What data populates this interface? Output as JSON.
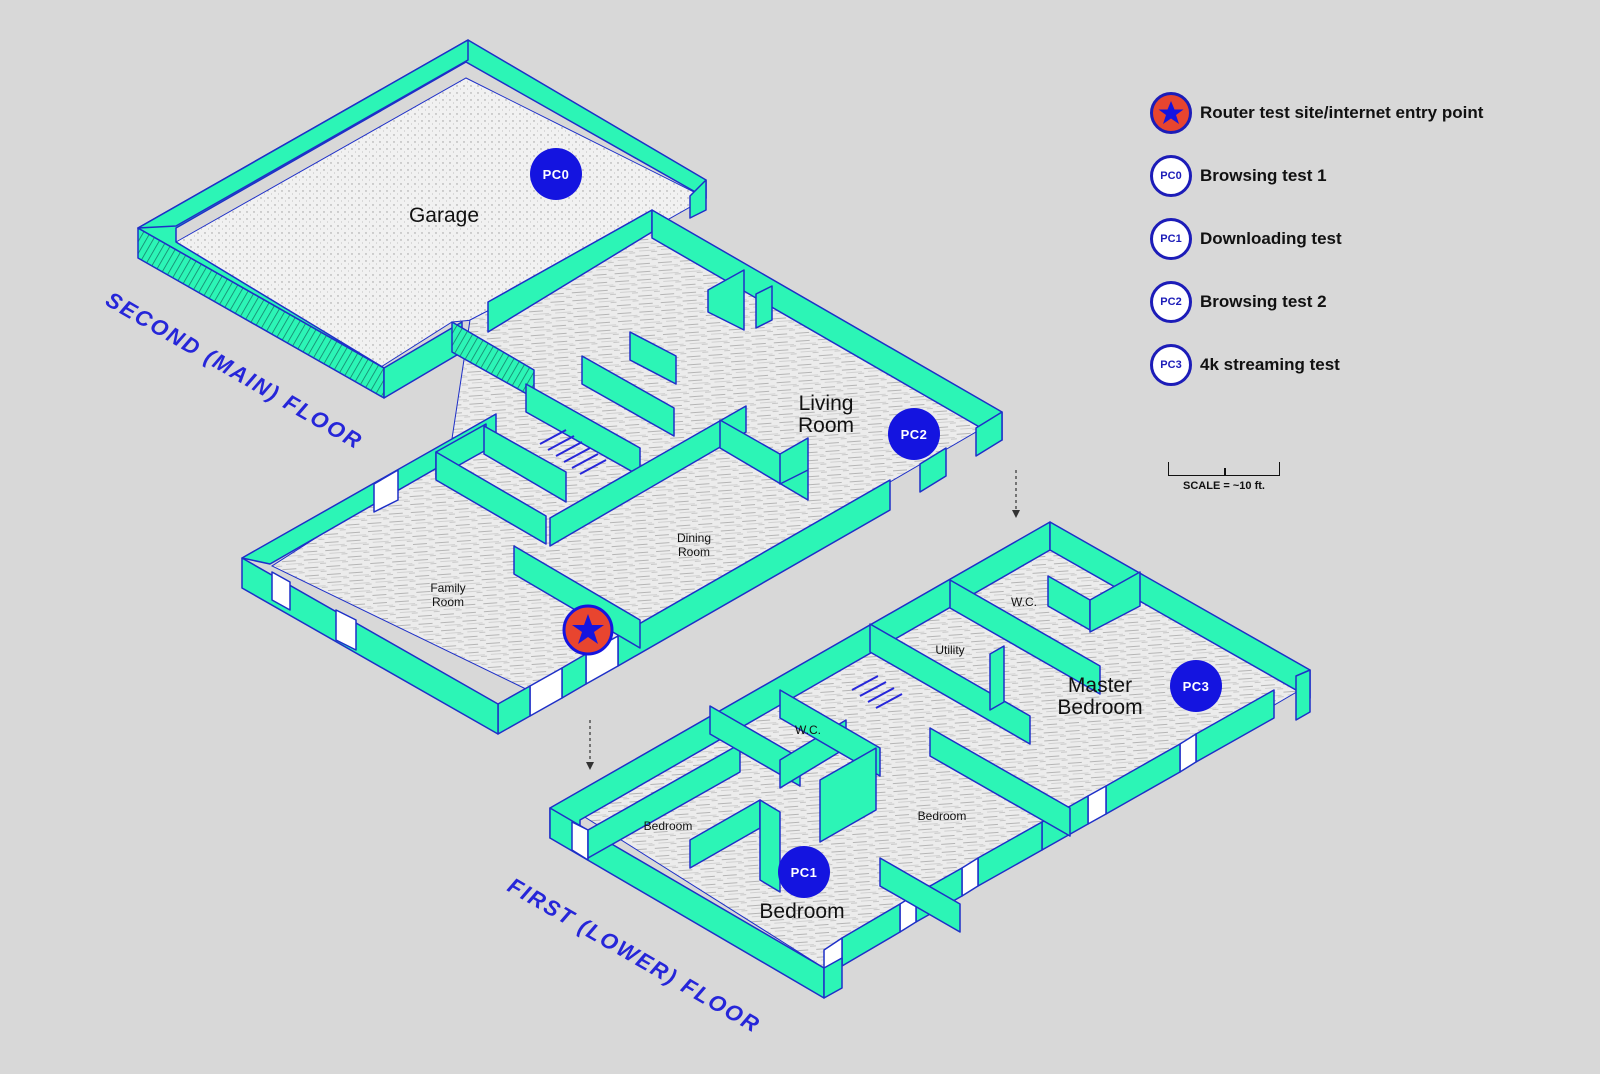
{
  "floors": {
    "second_title": "SECOND (MAIN) FLOOR",
    "first_title": "FIRST (LOWER) FLOOR"
  },
  "rooms": {
    "garage": "Garage",
    "living_room_line1": "Living",
    "living_room_line2": "Room",
    "dining_room_line1": "Dining",
    "dining_room_line2": "Room",
    "family_room_line1": "Family",
    "family_room_line2": "Room",
    "master_bedroom_line1": "Master",
    "master_bedroom_line2": "Bedroom",
    "utility": "Utility",
    "wc_upper": "W.C.",
    "wc_lower": "W.C.",
    "bedroom_left": "Bedroom",
    "bedroom_middle": "Bedroom",
    "bedroom_large": "Bedroom"
  },
  "markers": {
    "pc0": "PC0",
    "pc1": "PC1",
    "pc2": "PC2",
    "pc3": "PC3"
  },
  "legend": [
    {
      "marker": "star",
      "label": "Router test site/internet entry point"
    },
    {
      "marker": "PC0",
      "label": "Browsing test 1"
    },
    {
      "marker": "PC1",
      "label": "Downloading test"
    },
    {
      "marker": "PC2",
      "label": "Browsing test 2"
    },
    {
      "marker": "PC3",
      "label": "4k streaming test"
    }
  ],
  "scale": {
    "label": "SCALE = ~10 ft."
  },
  "colors": {
    "wall": "#2cf5b6",
    "wall_edge": "#1e2fc8",
    "marker": "#1414e0",
    "router": "#e8452f",
    "background": "#d8d8d8"
  }
}
